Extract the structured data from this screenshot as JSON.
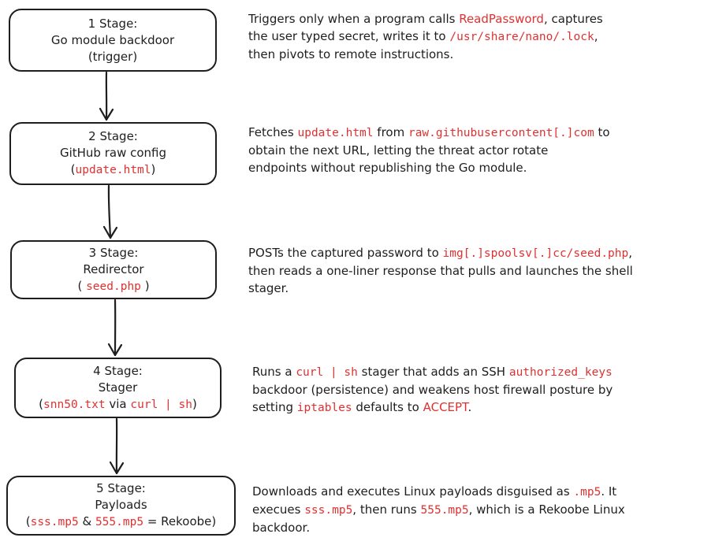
{
  "colors": {
    "ink": "#1e1e1e",
    "highlight": "#e03131"
  },
  "stages": [
    {
      "title": "1 Stage:",
      "name": "Go module backdoor",
      "detail": "(trigger)",
      "description": {
        "l1a": "Triggers only when a program calls ",
        "l1b": "ReadPassword",
        "l1c": ", captures",
        "l2a": "the user typed secret, writes it to ",
        "l2b": "/usr/share/nano/.lock",
        "l2c": ",",
        "l3": "then pivots to remote instructions."
      }
    },
    {
      "title": "2 Stage:",
      "name": "GitHub raw config",
      "detail": {
        "open": "(",
        "code": "update.html",
        "close": ")"
      },
      "description": {
        "l1a": "Fetches ",
        "l1b": "update.html",
        "l1c": " from ",
        "l1d": "raw.githubusercontent[.]com",
        "l1e": " to",
        "l2": "obtain the next URL, letting the threat actor rotate",
        "l3": "endpoints without republishing the Go module."
      }
    },
    {
      "title": "3 Stage:",
      "name": "Redirector",
      "detail": {
        "open": "( ",
        "code": "seed.php",
        "close": " )"
      },
      "description": {
        "l1a": "POSTs the captured password to ",
        "l1b": "img[.]spoolsv[.]cc/seed.php",
        "l1c": ",",
        "l2": "then reads a one-liner response that pulls and launches the shell",
        "l3": "stager."
      }
    },
    {
      "title": "4 Stage:",
      "name": "Stager",
      "detail": {
        "open": "(",
        "code1": "snn50.txt",
        "mid": " via ",
        "code2": "curl | sh",
        "close": ")"
      },
      "description": {
        "l1a": "Runs a ",
        "l1b": "curl | sh",
        "l1c": " stager that adds an SSH ",
        "l1d": "authorized_keys",
        "l2": "backdoor (persistence) and weakens host firewall posture by",
        "l3a": "setting ",
        "l3b": "iptables",
        "l3c": " defaults to ",
        "l3d": "ACCEPT",
        "l3e": "."
      }
    },
    {
      "title": "5 Stage:",
      "name": "Payloads",
      "detail": {
        "open": "(",
        "code1": "sss.mp5",
        "mid": " & ",
        "code2": "555.mp5",
        "close": " = Rekoobe)"
      },
      "description": {
        "l1a": "Downloads and executes Linux payloads disguised as ",
        "l1b": ".mp5",
        "l1c": ". It",
        "l2a": "execues ",
        "l2b": "sss.mp5",
        "l2c": ", then runs ",
        "l2d": "555.mp5",
        "l2e": ", which is a Rekoobe Linux",
        "l3": "backdoor."
      }
    }
  ]
}
